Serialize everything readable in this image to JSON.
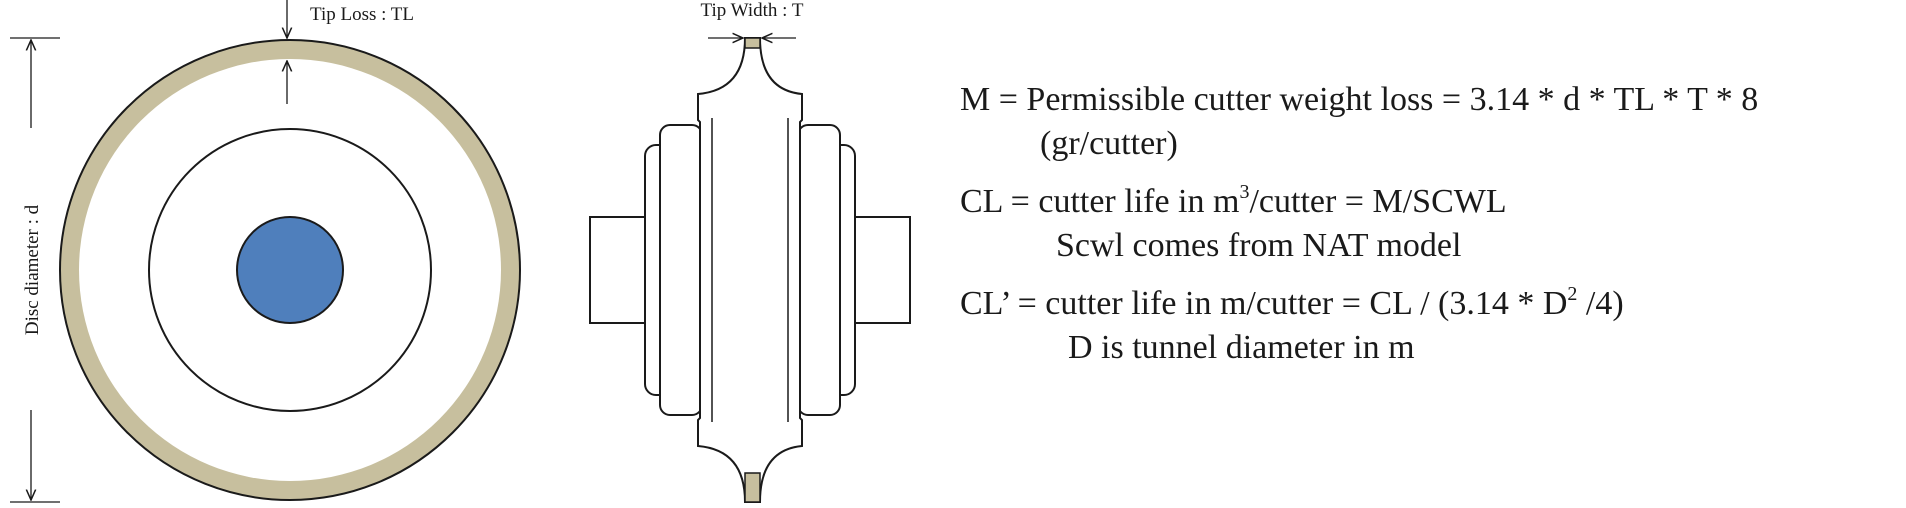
{
  "labels": {
    "tip_loss": "Tip Loss : TL",
    "tip_width": "Tip Width : T",
    "disc_diameter": "Disc diameter : d"
  },
  "colors": {
    "tip_ring": "#c7bf9e",
    "hub": "#4f7fbc",
    "stroke": "#1a1a1a"
  },
  "formulas": {
    "m_line": "M = Permissible cutter weight loss = 3.14 * d * TL * T * 8",
    "m_unit": "(gr/cutter)",
    "cl_part1": "CL = cutter life in m",
    "cl_sup": "3",
    "cl_part2": "/cutter = M/SCWL",
    "cl_note": "Scwl comes from NAT model",
    "clp_part1": "CL’ = cutter life in m/cutter = CL / (3.14 * D",
    "clp_sup": "2",
    "clp_part2": " /4)",
    "clp_note": "D is tunnel diameter in m"
  }
}
